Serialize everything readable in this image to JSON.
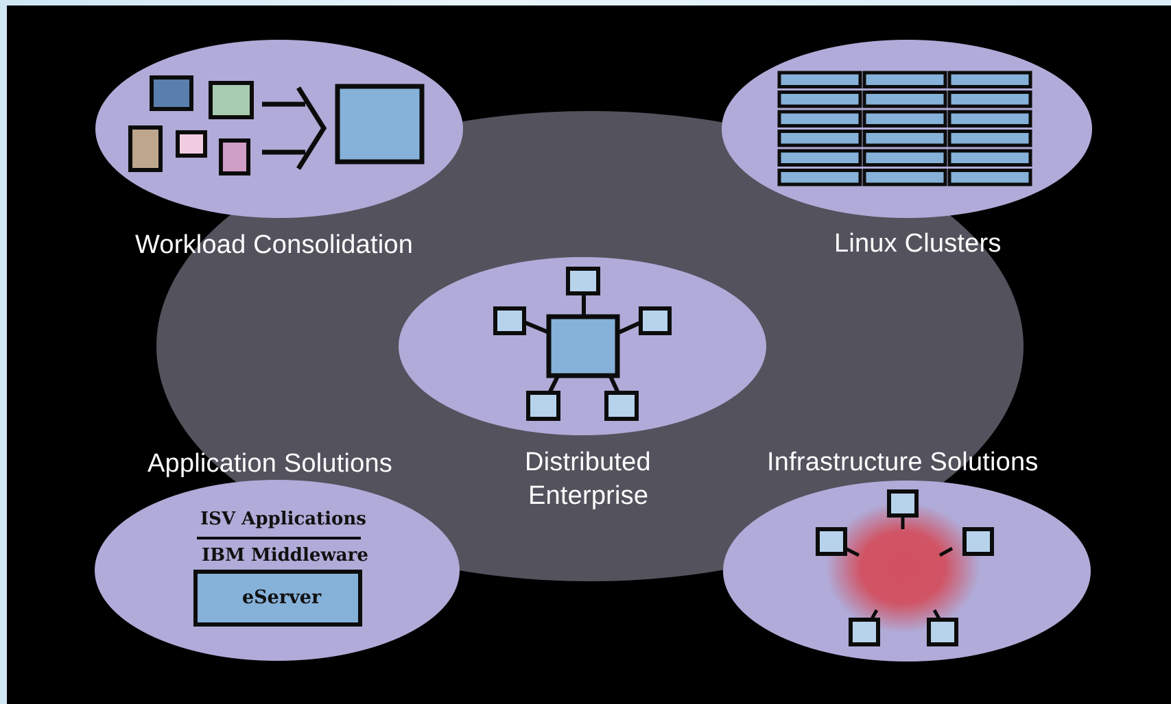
{
  "colors": {
    "background": "#000000",
    "big_ellipse": "#54525d",
    "lavender": "#b0abd8",
    "box_blue": "#86b1d9",
    "box_light_blue": "#b7d3ec",
    "box_dark_blue": "#5a7fae",
    "box_green": "#a8ccb0",
    "box_tan": "#bea68c",
    "box_pink": "#f0cde0",
    "box_magenta": "#cf9ec6",
    "glow_red": "#d2505f",
    "stroke": "#0c0c0c"
  },
  "labels": {
    "workload": "Workload Consolidation",
    "linux": "Linux Clusters",
    "application": "Application Solutions",
    "distributed_line1": "Distributed",
    "distributed_line2": "Enterprise",
    "infrastructure": "Infrastructure Solutions"
  },
  "stack": {
    "isv": "ISV Applications",
    "middleware": "IBM Middleware",
    "eserver": "eServer"
  },
  "clusters": {
    "rows": 6,
    "columns": 3
  }
}
